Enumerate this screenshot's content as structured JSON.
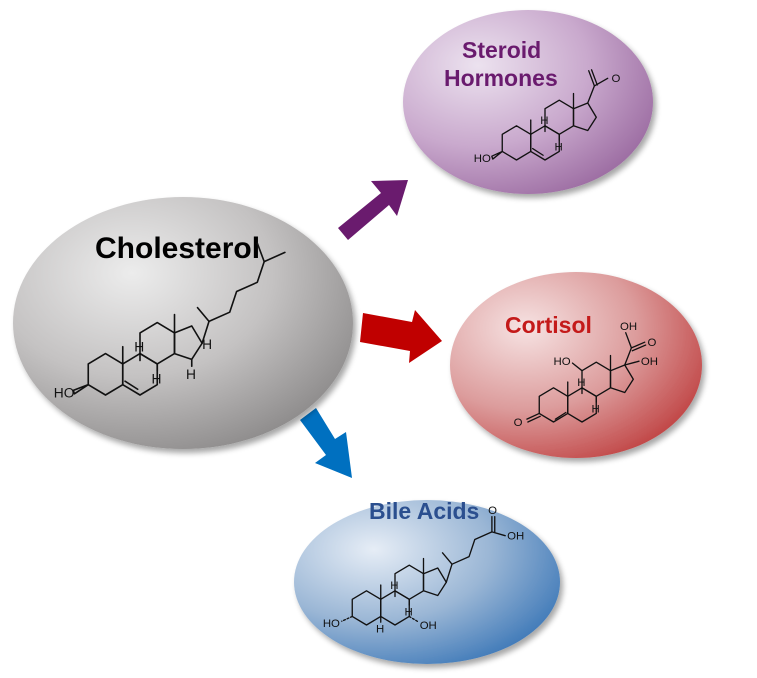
{
  "nodes": {
    "cholesterol": {
      "label": "Cholesterol",
      "color": "#000000"
    },
    "steroid_hormones": {
      "label_line1": "Steroid",
      "label_line2": "Hormones",
      "color": "#6a1b6e"
    },
    "cortisol": {
      "label": "Cortisol",
      "color": "#c41a1a"
    },
    "bile_acids": {
      "label": "Bile Acids",
      "color": "#2b4f8f"
    }
  },
  "atom_labels": {
    "ho": "HO",
    "oh": "OH",
    "h": "H",
    "o": "O",
    "ho_alpha": "HO",
    "oh_alpha": "OH"
  },
  "arrows": {
    "to_steroid": {
      "color": "#6a1b6e"
    },
    "to_cortisol": {
      "color": "#c00000"
    },
    "to_bile": {
      "color": "#0070c0"
    }
  }
}
